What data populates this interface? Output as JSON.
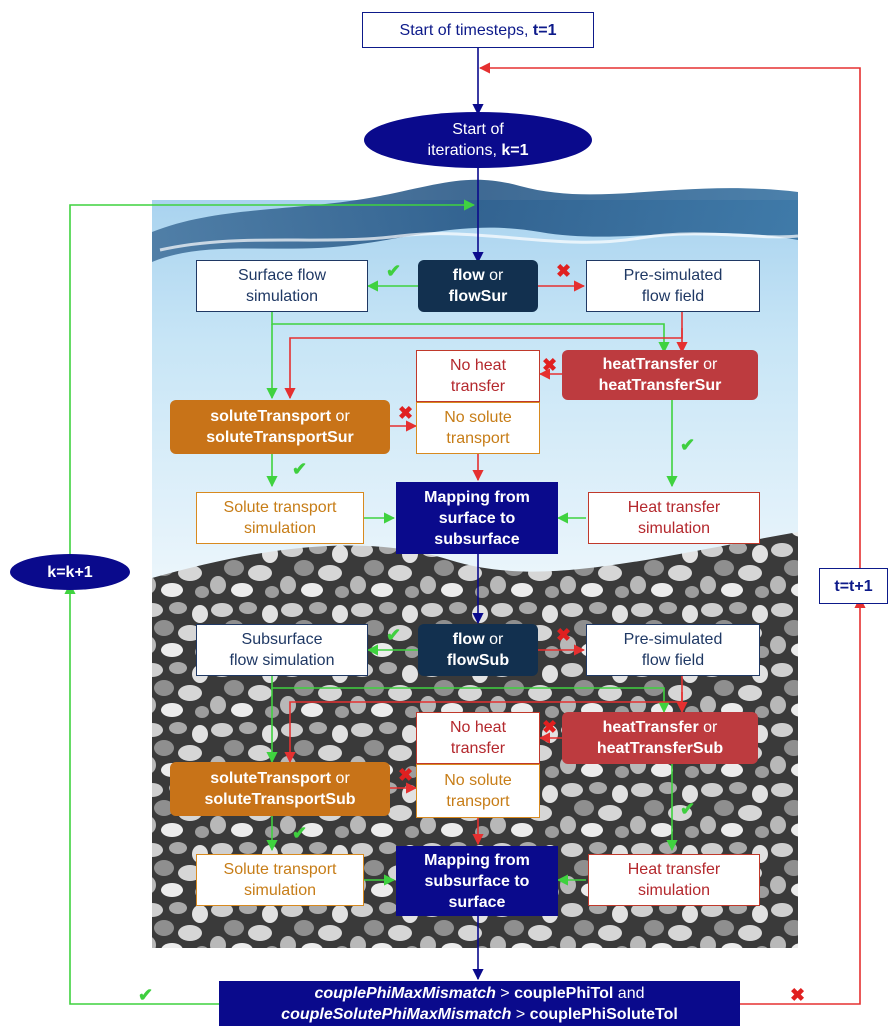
{
  "colors": {
    "navy": "#1f3864",
    "dark_box": "#12304f",
    "red_box": "#bd3b3f",
    "orange_box": "#c87318",
    "blue_box": "#0a0a8c",
    "green_line": "#3fd23f",
    "red_line": "#e53030",
    "blue_line": "#0a0a8c"
  },
  "marks": {
    "yes": "✔",
    "no": "✖"
  },
  "nodes": {
    "start_timesteps": {
      "prefix": "Start of timesteps, ",
      "var": "t=1"
    },
    "start_iterations": {
      "line1": "Start of",
      "line2_prefix": "iterations, ",
      "var": "k=1"
    },
    "k_increment": "k=k+1",
    "t_increment": "t=t+1",
    "surface": {
      "flow_decision": {
        "kw": "flow",
        "or": " or",
        "alt": "flowSur"
      },
      "flow_sim": [
        "Surface flow",
        "simulation"
      ],
      "presim": [
        "Pre-simulated",
        "flow field"
      ],
      "heat_decision": {
        "kw": "heatTransfer",
        "or": " or",
        "alt": "heatTransferSur"
      },
      "no_heat": [
        "No heat",
        "transfer"
      ],
      "solute_decision": {
        "kw": "soluteTransport",
        "or": " or",
        "alt": "soluteTransportSur"
      },
      "no_solute": [
        "No solute",
        "transport"
      ],
      "solute_sim": [
        "Solute transport",
        "simulation"
      ],
      "heat_sim": [
        "Heat transfer",
        "simulation"
      ],
      "mapping": [
        "Mapping from",
        "surface to",
        "subsurface"
      ]
    },
    "subsurface": {
      "flow_decision": {
        "kw": "flow",
        "or": " or",
        "alt": "flowSub"
      },
      "flow_sim": [
        "Subsurface",
        "flow simulation"
      ],
      "presim": [
        "Pre-simulated",
        "flow field"
      ],
      "heat_decision": {
        "kw": "heatTransfer",
        "or": " or",
        "alt": "heatTransferSub"
      },
      "no_heat": [
        "No heat",
        "transfer"
      ],
      "solute_decision": {
        "kw": "soluteTransport",
        "or": " or",
        "alt": "soluteTransportSub"
      },
      "no_solute": [
        "No solute",
        "transport"
      ],
      "solute_sim": [
        "Solute transport",
        "simulation"
      ],
      "heat_sim": [
        "Heat transfer",
        "simulation"
      ],
      "mapping": [
        "Mapping from",
        "subsurface to",
        "surface"
      ]
    },
    "convergence": {
      "line1_var": "couplePhiMaxMismatch",
      "line1_op": " > ",
      "line1_tol": "couplePhiTol",
      "line1_and": " and",
      "line2_var": "coupleSolutePhiMaxMismatch",
      "line2_op": " > ",
      "line2_tol": "couplePhiSoluteTol"
    }
  }
}
